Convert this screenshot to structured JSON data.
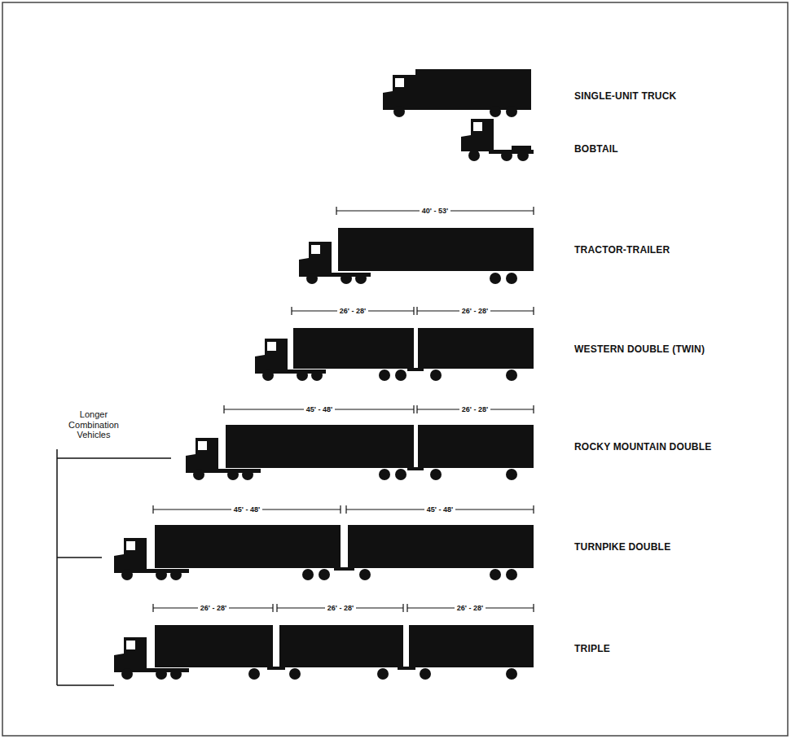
{
  "diagram": {
    "labels": [
      "SINGLE-UNIT TRUCK",
      "BOBTAIL",
      "40' - 53'",
      "TRACTOR-TRAILER",
      "26' - 28'",
      "26' - 28'",
      "WESTERN DOUBLE (TWIN)",
      "Longer Combination Vehicles",
      "45' - 48'",
      "26' - 28'",
      "ROCKY MOUNTAIN DOUBLE",
      "45' - 48'",
      "45' - 48'",
      "TURNPIKE DOUBLE",
      "26' - 28'",
      "26' - 28'",
      "26' - 28'",
      "TRIPLE"
    ]
  }
}
